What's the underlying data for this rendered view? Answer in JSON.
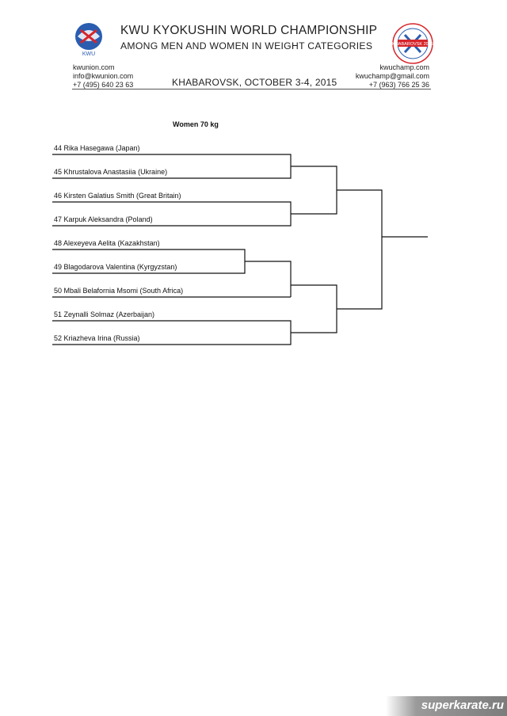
{
  "header": {
    "title_line1": "KWU KYOKUSHIN WORLD CHAMPIONSHIP",
    "title_line2": "AMONG MEN AND WOMEN IN WEIGHT CATEGORIES",
    "left_logo_text": "KWU",
    "right_logo_text": "KHABAROVSK 2015",
    "contacts_left": [
      "kwunion.com",
      "info@kwunion.com",
      "+7 (495) 640 23 63"
    ],
    "contacts_right": [
      "kwuchamp.com",
      "kwuchamp@gmail.com",
      "+7 (963) 766 25 36"
    ],
    "location_date": "KHABAROVSK, OCTOBER 3-4, 2015",
    "colors": {
      "logo_blue": "#2a5db0",
      "logo_red": "#d6262b"
    }
  },
  "bracket": {
    "category": "Women 70 kg",
    "competitors": [
      "44 Rika Hasegawa (Japan)",
      "45 Khrustalova Anastasiia (Ukraine)",
      "46 Kirsten Galatius Smith (Great Britain)",
      "47 Karpuk Aleksandra (Poland)",
      "48 Alexeyeva Aelita (Kazakhstan)",
      "49 Blagodarova Valentina (Kyrgyzstan)",
      "50 Mbali Belafornia Msomi (South Africa)",
      "51 Zeynalli Solmaz (Azerbaijan)",
      "52 Kriazheva Irina (Russia)"
    ]
  },
  "watermark": {
    "text": "superkarate.ru"
  }
}
